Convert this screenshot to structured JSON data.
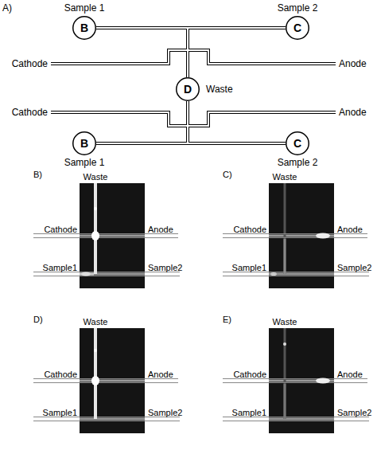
{
  "diagram": {
    "nodes": [
      {
        "text": [
          "Sample 1",
          "B"
        ]
      },
      {
        "text": [
          "Sample 2",
          "C"
        ]
      },
      {
        "text": [
          "D",
          "Waste"
        ]
      },
      {
        "text": [
          "B",
          "Sample 1"
        ]
      },
      {
        "text": [
          "C",
          "Sample 2"
        ]
      }
    ],
    "edges": [
      {
        "from": 0,
        "to": 2,
        "arrow": "none"
      },
      {
        "from": 1,
        "to": 2,
        "arrow": "none"
      },
      {
        "from": 3,
        "to": 2,
        "arrow": "none"
      },
      {
        "from": 4,
        "to": 2,
        "arrow": "none"
      }
    ],
    "labels": [
      "A)",
      "Cathode",
      "Anode",
      "Cathode",
      "Anode",
      "B)",
      "Waste",
      "Cathode",
      "Anode",
      "Sample1",
      "Sample2",
      "C)",
      "Waste",
      "Cathode",
      "Anode",
      "Sample1",
      "Sample2",
      "D)",
      "Waste",
      "Cathode",
      "Anode",
      "Sample1",
      "Sample2",
      "E)",
      "Waste",
      "Cathode",
      "Anode",
      "Sample1",
      "Sample2"
    ]
  }
}
